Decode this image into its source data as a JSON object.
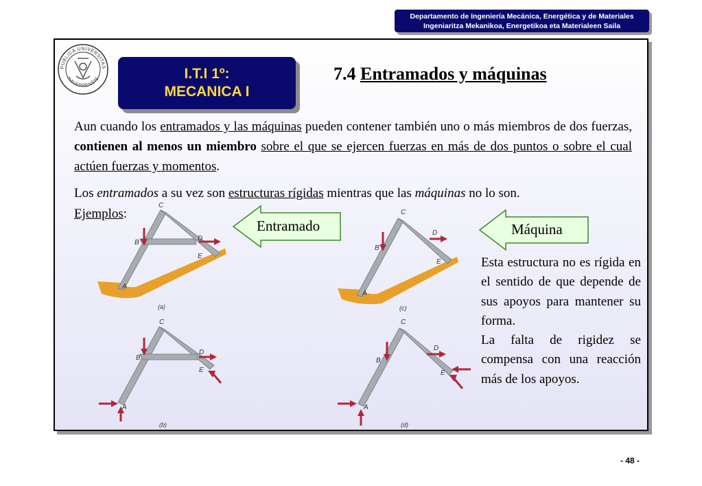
{
  "header": {
    "line1": "Departamento de Ingeniería Mecánica, Energética y de Materiales",
    "line2": "Ingeniaritza  Mekanikoa, Energetikoa eta Materialeen Saila"
  },
  "logo": {
    "top_text": "PUBLICA UNIVERSITAS",
    "bottom_text": "NAVARRENSIS"
  },
  "course": {
    "line1": "I.T.I 1º:",
    "line2": "MECANICA I"
  },
  "title": {
    "number": "7.4",
    "text": "Entramados y máquinas"
  },
  "paragraph1": {
    "p1": "Aun cuando los ",
    "p2": "entramados y las máquinas",
    "p3": " pueden contener también uno o más miembros de dos fuerzas, ",
    "p4": "contienen al menos un miembro",
    "p5": " ",
    "p6": "sobre el que se ejercen fuerzas en más de dos puntos o sobre el cual actúen fuerzas y momentos",
    "p7": "."
  },
  "paragraph2": {
    "p1": "Los ",
    "p2": "entramados",
    "p3": " a su vez son ",
    "p4": "estructuras rígidas",
    "p5": " mientras que las ",
    "p6": "máquinas",
    "p7": " no lo son."
  },
  "ejemplos": {
    "label": "Ejemplos",
    "colon": ":"
  },
  "callouts": {
    "entramado": "Entramado",
    "maquina": "Máquina"
  },
  "side_text": {
    "p1": "Esta estructura no es rígida en el sentido de que depende de sus apoyos para mantener su forma.",
    "p2": "La falta de rigidez se compensa con una reacción más de los apoyos."
  },
  "figures": {
    "a": {
      "caption": "(a)",
      "labels": [
        "C",
        "B",
        "D",
        "E",
        "A"
      ]
    },
    "b": {
      "caption": "(b)",
      "labels": [
        "C",
        "B",
        "D",
        "E",
        "A"
      ]
    },
    "c": {
      "caption": "(c)",
      "labels": [
        "C",
        "B",
        "D",
        "E",
        "A"
      ]
    },
    "d": {
      "caption": "(d)",
      "labels": [
        "C",
        "B",
        "D",
        "E",
        "A"
      ]
    }
  },
  "page_number": "- 48 -",
  "colors": {
    "navy": "#0a0a6e",
    "course_text": "#ffd83a",
    "callout_fill": "#e8ffe0",
    "callout_stroke": "#3a8a2a",
    "member_gray": "#9aa0a4",
    "force_arrow": "#b0283a",
    "ground": "#e8a02a"
  }
}
